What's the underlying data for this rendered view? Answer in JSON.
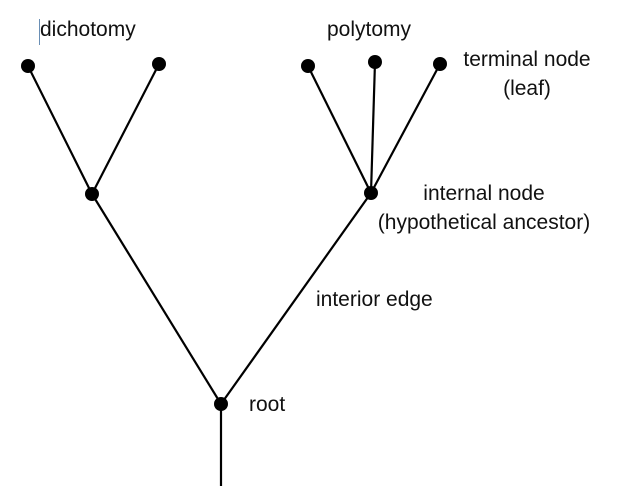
{
  "labels": {
    "dichotomy": "dichotomy",
    "polytomy": "polytomy",
    "terminal_node": "terminal node",
    "leaf": "(leaf)",
    "internal_node": "internal node",
    "hypothetical_ancestor": "(hypothetical ancestor)",
    "interior_edge": "interior edge",
    "root": "root"
  },
  "colors": {
    "line": "#000000",
    "node": "#000000",
    "text": "#111111"
  }
}
